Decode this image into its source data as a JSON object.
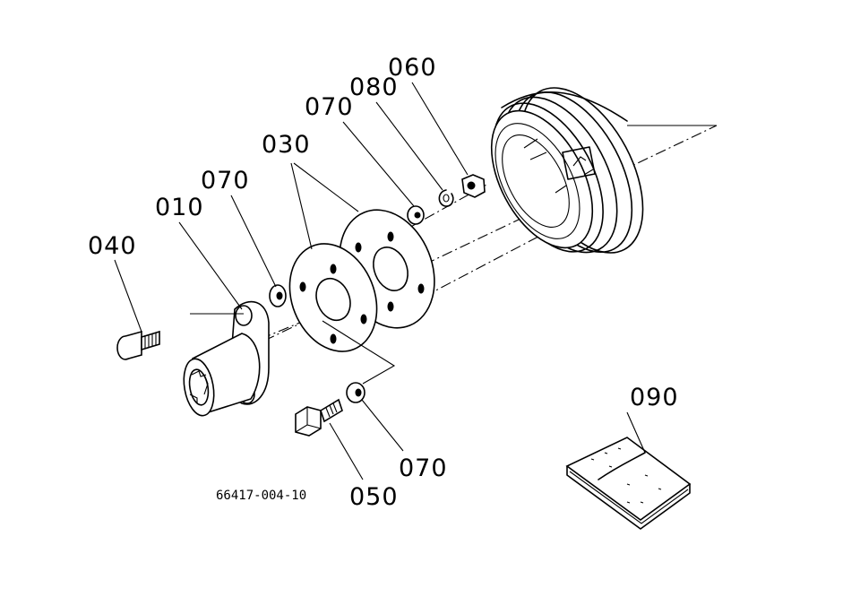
{
  "callouts": {
    "p010": "010",
    "p030": "030",
    "p040": "040",
    "p050": "050",
    "p060": "060",
    "p070a": "070",
    "p070b": "070",
    "p070c": "070",
    "p080": "080",
    "p090": "090"
  },
  "drawing_number": "66417-004-10"
}
